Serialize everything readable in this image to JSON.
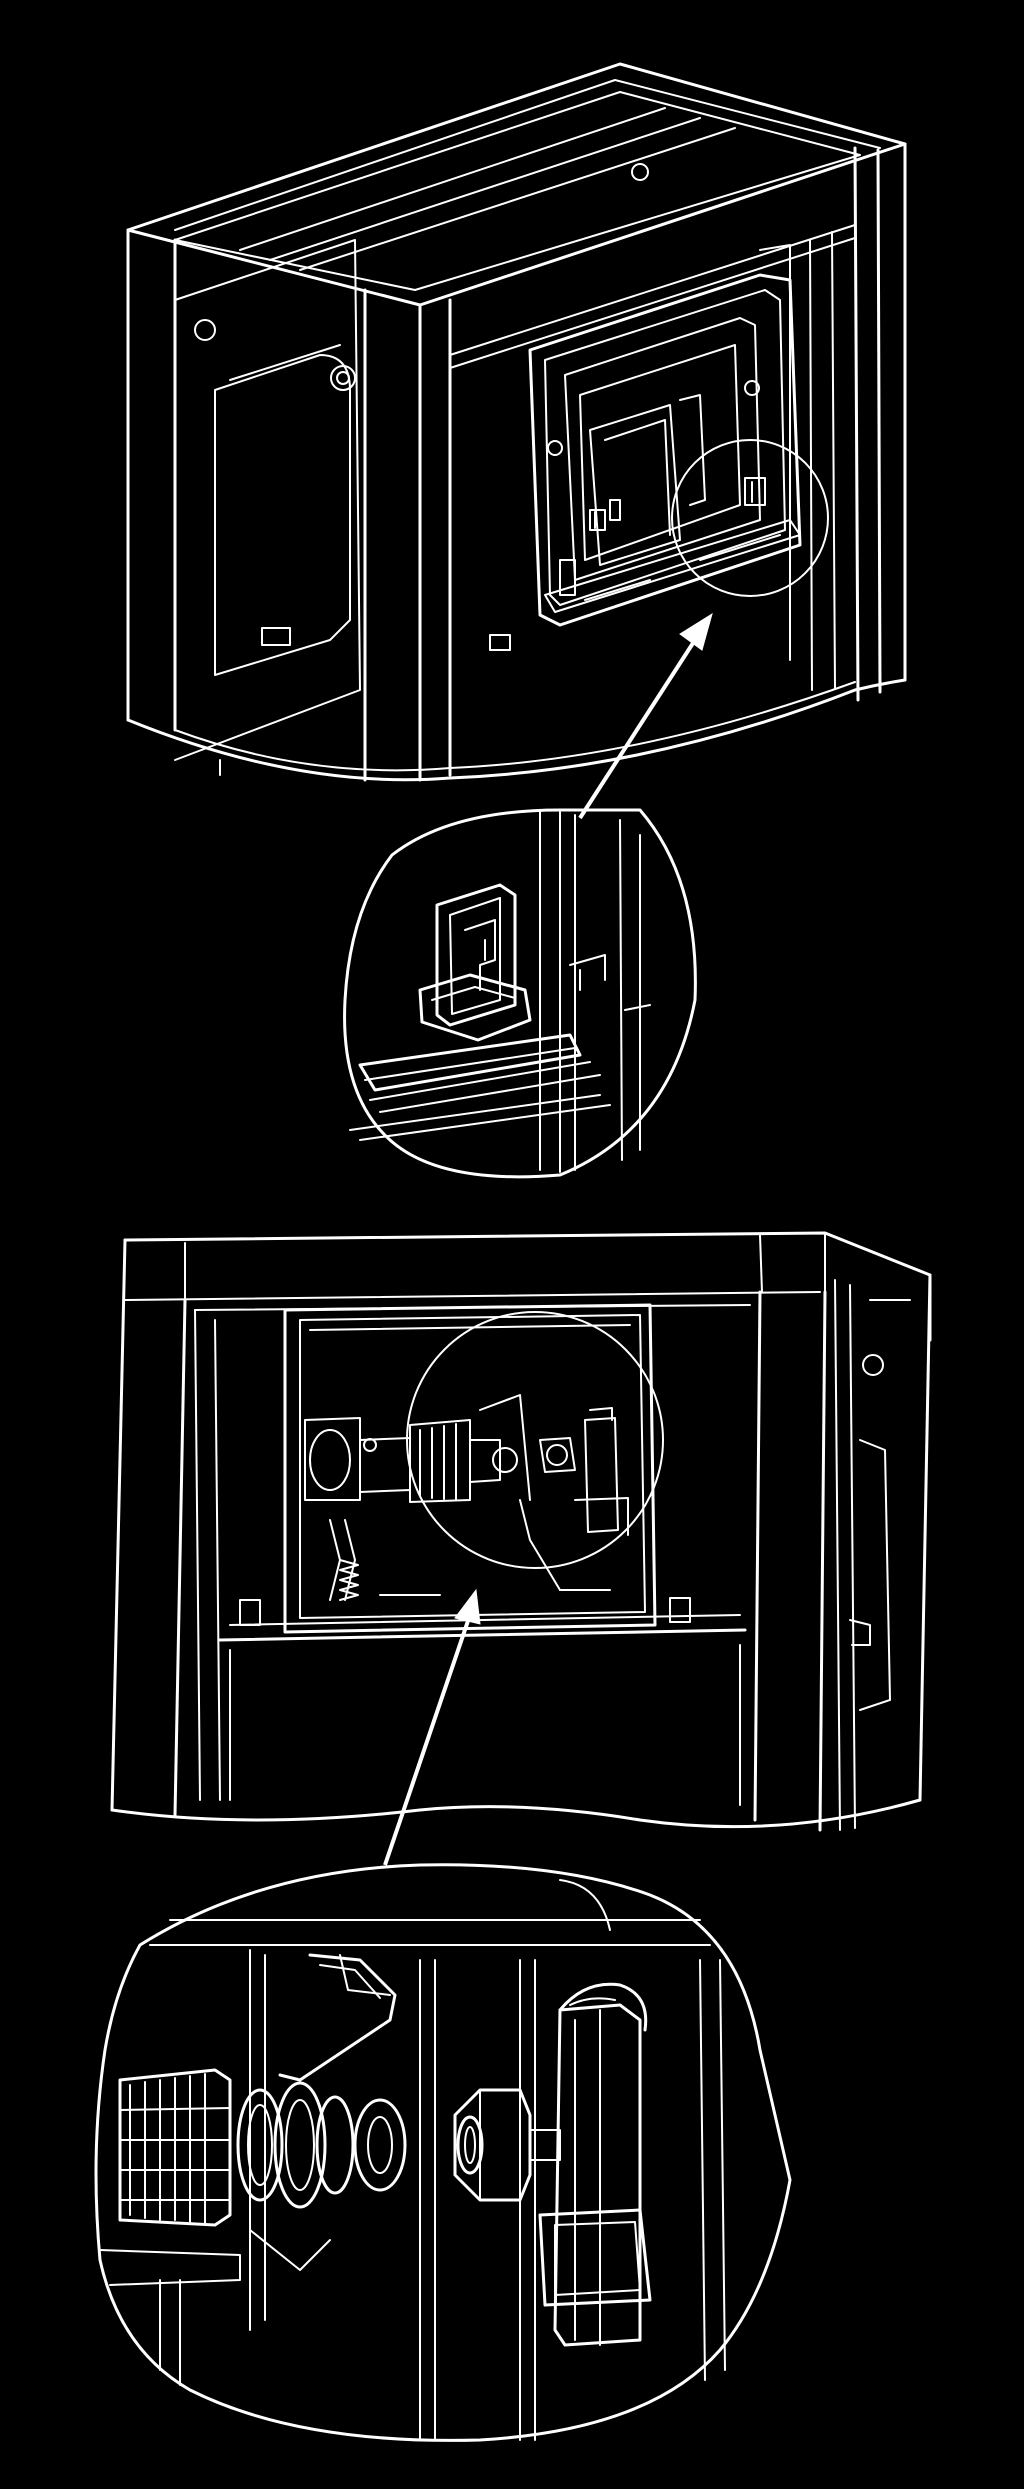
{
  "colors": {
    "background": "#000000",
    "linework": "#ffffff"
  },
  "figures": [
    {
      "name": "unit-top-view"
    },
    {
      "name": "detail-clip"
    },
    {
      "name": "unit-front-view"
    },
    {
      "name": "detail-valve-nut"
    }
  ],
  "icons": [
    "arrow-icon",
    "arrow-icon"
  ]
}
